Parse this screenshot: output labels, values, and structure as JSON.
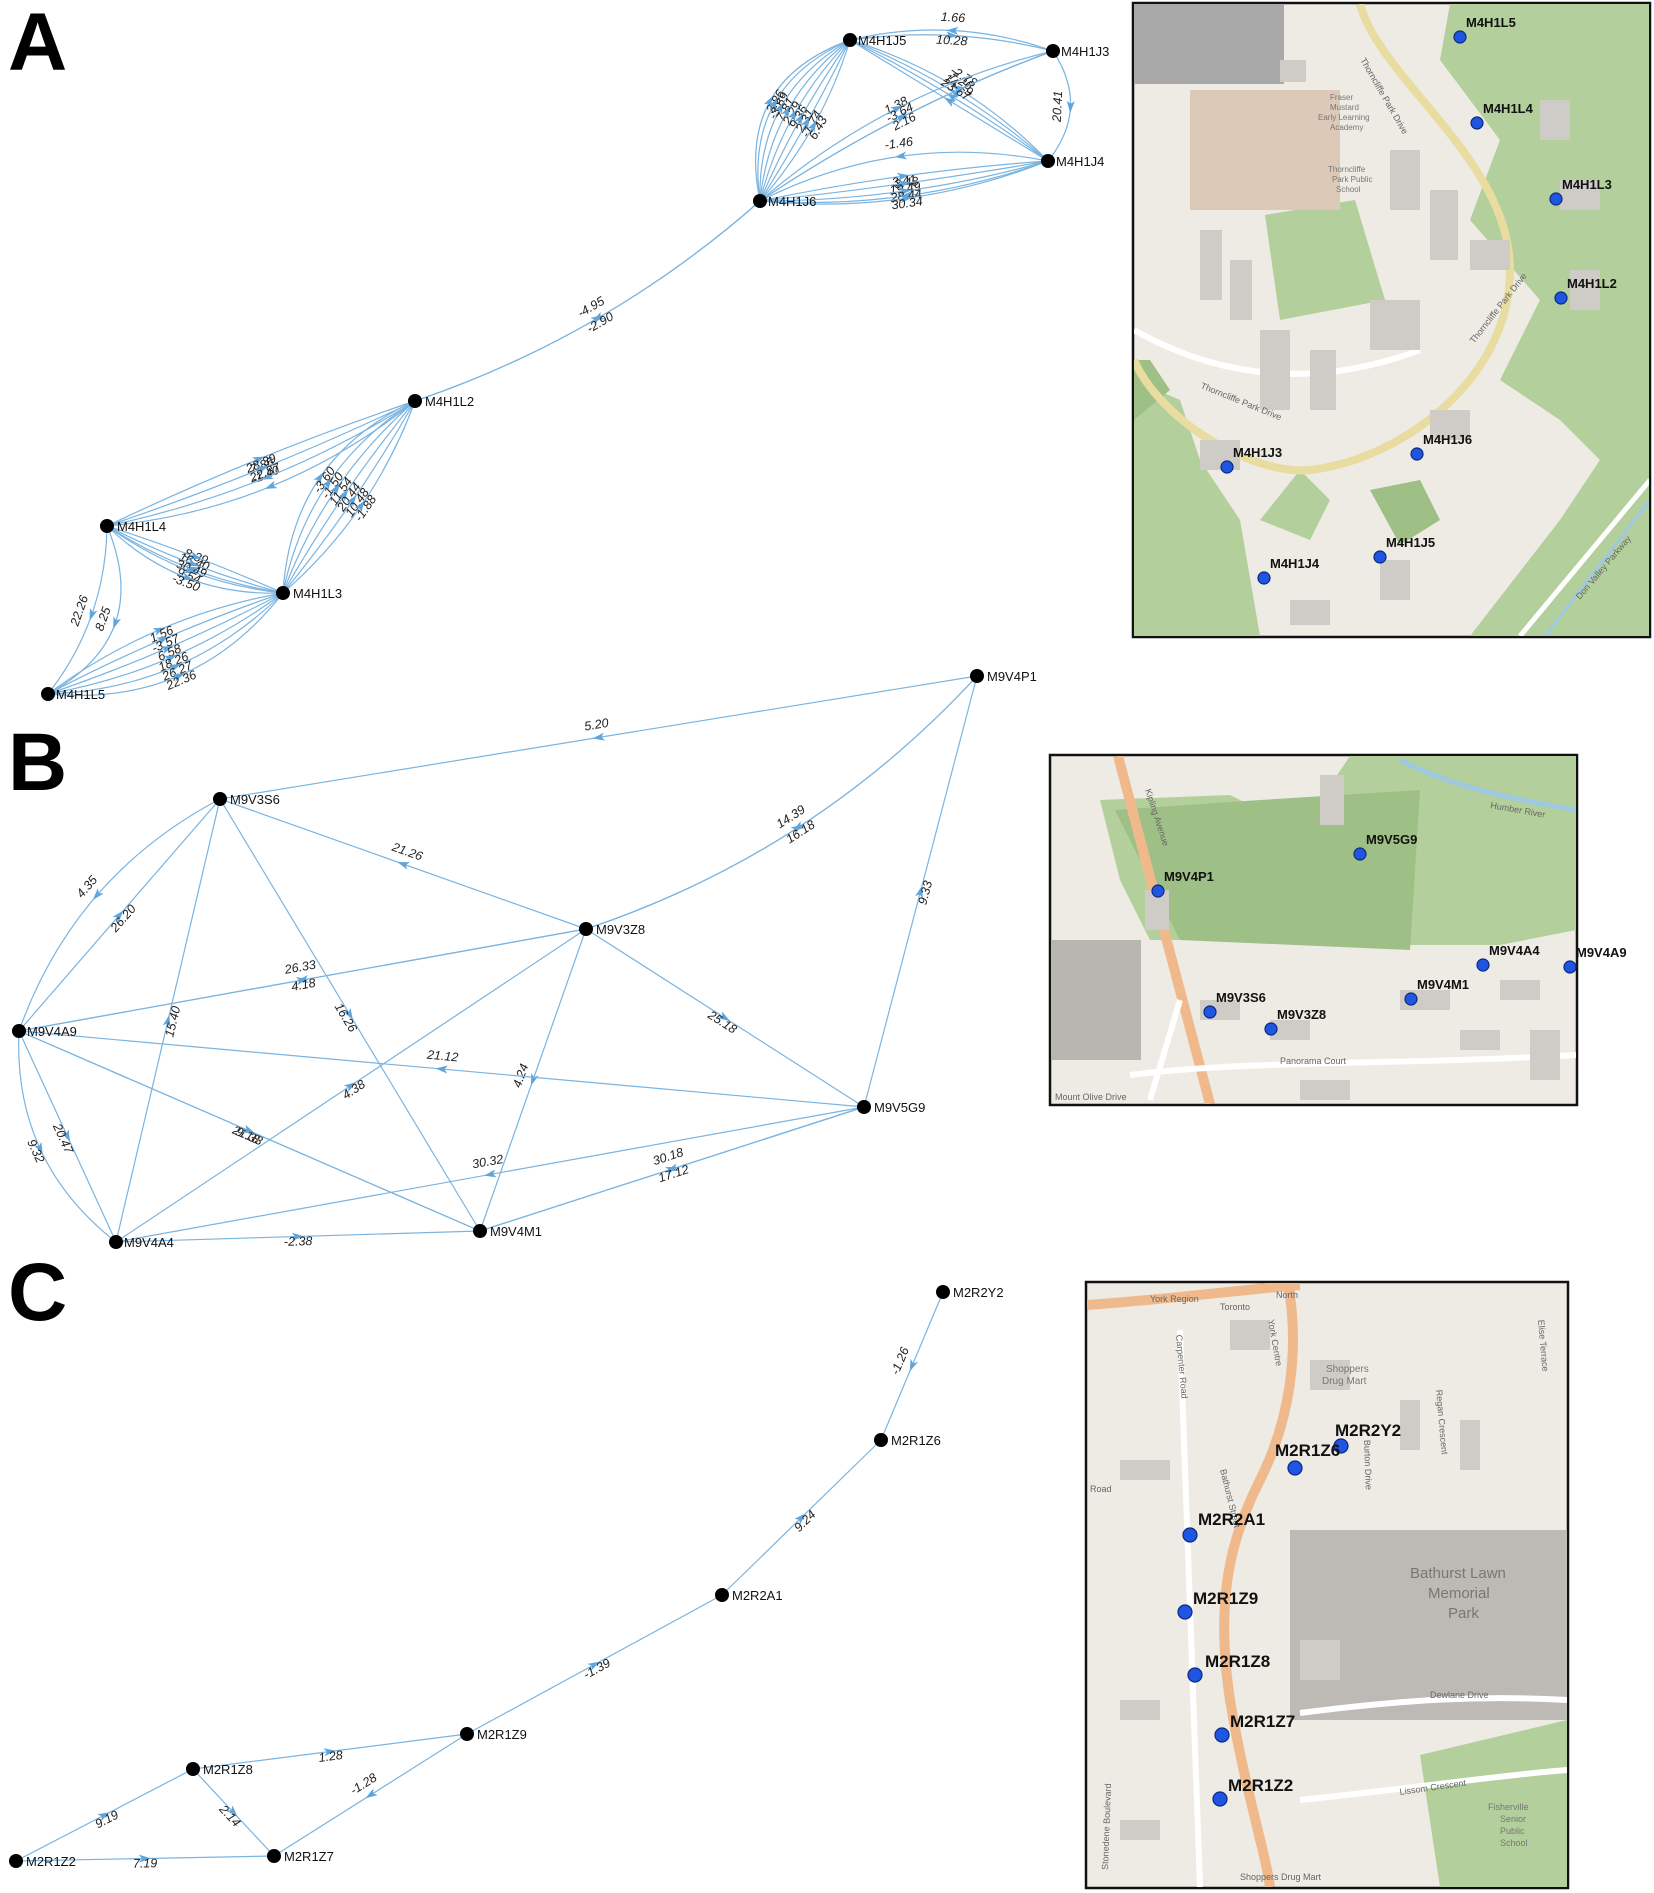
{
  "panels": [
    {
      "letter": "A",
      "nodes": [
        {
          "id": "M4H1J5"
        },
        {
          "id": "M4H1J3"
        },
        {
          "id": "M4H1J4"
        },
        {
          "id": "M4H1J6"
        },
        {
          "id": "M4H1L2"
        },
        {
          "id": "M4H1L4"
        },
        {
          "id": "M4H1L3"
        },
        {
          "id": "M4H1L5"
        }
      ],
      "edges": [
        {
          "from": "M4H1J3",
          "to": "M4H1J5",
          "label": "1.66"
        },
        {
          "from": "M4H1J5",
          "to": "M4H1J3",
          "label": "10.28"
        },
        {
          "from": "M4H1J3",
          "to": "M4H1J4",
          "label": "20.41"
        },
        {
          "from": "M4H1J4",
          "to": "M4H1J5",
          "label": "-2.78"
        },
        {
          "from": "M4H1J4",
          "to": "M4H1J5",
          "label": "7.26"
        },
        {
          "from": "M4H1J4",
          "to": "M4H1J5",
          "label": "14.79"
        },
        {
          "from": "M4H1J4",
          "to": "M4H1J5",
          "label": "23.67"
        },
        {
          "from": "M4H1J3",
          "to": "M4H1J6",
          "label": "1.38"
        },
        {
          "from": "M4H1J6",
          "to": "M4H1J5",
          "label": "-3.86"
        },
        {
          "from": "M4H1J6",
          "to": "M4H1J5",
          "label": "-3.69"
        },
        {
          "from": "M4H1J6",
          "to": "M4H1J5",
          "label": "7.81"
        },
        {
          "from": "M4H1J6",
          "to": "M4H1J5",
          "label": "2.29"
        },
        {
          "from": "M4H1J6",
          "to": "M4H1J5",
          "label": "9.36"
        },
        {
          "from": "M4H1J6",
          "to": "M4H1J5",
          "label": "2.31"
        },
        {
          "from": "M4H1J6",
          "to": "M4H1J5",
          "label": "-1.74"
        },
        {
          "from": "M4H1J6",
          "to": "M4H1J5",
          "label": "6.43"
        },
        {
          "from": "M4H1J4",
          "to": "M4H1J6",
          "label": "-3.48"
        },
        {
          "from": "M4H1J6",
          "to": "M4H1J4",
          "label": "3.41"
        },
        {
          "from": "M4H1J6",
          "to": "M4H1J4",
          "label": "19.49"
        },
        {
          "from": "M4H1J6",
          "to": "M4H1J4",
          "label": "28.44"
        },
        {
          "from": "M4H1J6",
          "to": "M4H1J4",
          "label": "30.34"
        },
        {
          "from": "M4H1J4",
          "to": "M4H1J6",
          "label": "-1.46"
        },
        {
          "from": "M4H1J6",
          "to": "M4H1J3",
          "label": "-3.64"
        },
        {
          "from": "M4H1J6",
          "to": "M4H1J3",
          "label": "2.16"
        },
        {
          "from": "M4H1J6",
          "to": "M4H1L2",
          "label": "-4.95"
        },
        {
          "from": "M4H1L2",
          "to": "M4H1J6",
          "label": "-2.90"
        },
        {
          "from": "M4H1L2",
          "to": "M4H1L4",
          "label": "-1.40"
        },
        {
          "from": "M4H1L2",
          "to": "M4H1L4",
          "label": "7.86"
        },
        {
          "from": "M4H1L4",
          "to": "M4H1L2",
          "label": "28.39"
        },
        {
          "from": "M4H1L4",
          "to": "M4H1L2",
          "label": "22.87"
        },
        {
          "from": "M4H1L3",
          "to": "M4H1L2",
          "label": "-3.60"
        },
        {
          "from": "M4H1L3",
          "to": "M4H1L2",
          "label": "-1.50"
        },
        {
          "from": "M4H1L3",
          "to": "M4H1L2",
          "label": "11.54"
        },
        {
          "from": "M4H1L3",
          "to": "M4H1L2",
          "label": "20.44"
        },
        {
          "from": "M4H1L3",
          "to": "M4H1L2",
          "label": "10.48"
        },
        {
          "from": "M4H1L3",
          "to": "M4H1L2",
          "label": "-1.88"
        },
        {
          "from": "M4H1L3",
          "to": "M4H1L4",
          "label": "8.39"
        },
        {
          "from": "M4H1L4",
          "to": "M4H1L3",
          "label": "16.40"
        },
        {
          "from": "M4H1L4",
          "to": "M4H1L3",
          "label": "30.49"
        },
        {
          "from": "M4H1L4",
          "to": "M4H1L3",
          "label": "9.54"
        },
        {
          "from": "M4H1L4",
          "to": "M4H1L3",
          "label": "-3.50"
        },
        {
          "from": "M4H1L4",
          "to": "M4H1L5",
          "label": "8.25"
        },
        {
          "from": "M4H1L4",
          "to": "M4H1L5",
          "label": "22.26"
        },
        {
          "from": "M4H1L5",
          "to": "M4H1L3",
          "label": "1.56"
        },
        {
          "from": "M4H1L5",
          "to": "M4H1L3",
          "label": "-3.57"
        },
        {
          "from": "M4H1L5",
          "to": "M4H1L3",
          "label": "6.58"
        },
        {
          "from": "M4H1L5",
          "to": "M4H1L3",
          "label": "18.26"
        },
        {
          "from": "M4H1L5",
          "to": "M4H1L3",
          "label": "26.27"
        },
        {
          "from": "M4H1L5",
          "to": "M4H1L3",
          "label": "22.36"
        }
      ],
      "map": {
        "markers": [
          "M4H1L5",
          "M4H1L4",
          "M4H1L3",
          "M4H1L2",
          "M4H1J6",
          "M4H1J3",
          "M4H1J5",
          "M4H1J4"
        ],
        "landmarks": [
          "Fraser",
          "Mustard",
          "Early Learning",
          "Academy",
          "Thorncliffe",
          "Park Public",
          "School"
        ],
        "streets": [
          "Thorncliffe Park Drive",
          "Thorncliffe Park Drive",
          "Thorncliffe Park Drive",
          "Don Valley Parkway"
        ]
      }
    },
    {
      "letter": "B",
      "nodes": [
        {
          "id": "M9V4P1"
        },
        {
          "id": "M9V3S6"
        },
        {
          "id": "M9V3Z8"
        },
        {
          "id": "M9V4A9"
        },
        {
          "id": "M9V5G9"
        },
        {
          "id": "M9V4A4"
        },
        {
          "id": "M9V4M1"
        }
      ],
      "edges": [
        {
          "from": "M9V4P1",
          "to": "M9V3S6",
          "label": "5.20"
        },
        {
          "from": "M9V4P1",
          "to": "M9V3Z8",
          "label": "14.39"
        },
        {
          "from": "M9V3Z8",
          "to": "M9V4P1",
          "label": "16.18"
        },
        {
          "from": "M9V5G9",
          "to": "M9V4P1",
          "label": "9.33"
        },
        {
          "from": "M9V3Z8",
          "to": "M9V3S6",
          "label": "21.26"
        },
        {
          "from": "M9V3S6",
          "to": "M9V4A9",
          "label": "4.35"
        },
        {
          "from": "M9V4A9",
          "to": "M9V3S6",
          "label": "26.20"
        },
        {
          "from": "M9V3Z8",
          "to": "M9V4A9",
          "label": "26.33"
        },
        {
          "from": "M9V4A9",
          "to": "M9V3Z8",
          "label": "4.18"
        },
        {
          "from": "M9V3S6",
          "to": "M9V4M1",
          "label": "16.26"
        },
        {
          "from": "M9V4A4",
          "to": "M9V3S6",
          "label": "15.40"
        },
        {
          "from": "M9V3Z8",
          "to": "M9V5G9",
          "label": "25.18"
        },
        {
          "from": "M9V3Z8",
          "to": "M9V4M1",
          "label": "4.24"
        },
        {
          "from": "M9V4A4",
          "to": "M9V3Z8",
          "label": "4.38"
        },
        {
          "from": "M9V5G9",
          "to": "M9V4A9",
          "label": "21.12"
        },
        {
          "from": "M9V4A9",
          "to": "M9V4M1",
          "label": "21.33"
        },
        {
          "from": "M9V4A9",
          "to": "M9V4A4",
          "label": "20.47"
        },
        {
          "from": "M9V4A9",
          "to": "M9V4M1",
          "label": "9.18"
        },
        {
          "from": "M9V4A9",
          "to": "M9V4A4",
          "label": "9.32"
        },
        {
          "from": "M9V5G9",
          "to": "M9V4A4",
          "label": "30.32"
        },
        {
          "from": "M9V5G9",
          "to": "M9V4M1",
          "label": "30.18"
        },
        {
          "from": "M9V4M1",
          "to": "M9V5G9",
          "label": "17.12"
        },
        {
          "from": "M9V4A4",
          "to": "M9V4M1",
          "label": "-2.38"
        }
      ],
      "map": {
        "markers": [
          "M9V5G9",
          "M9V4P1",
          "M9V4A4",
          "M9V4A9",
          "M9V4M1",
          "M9V3S6",
          "M9V3Z8"
        ],
        "streets": [
          "Panorama Court",
          "Kipling Avenue",
          "Mount Olive Drive",
          "Humber River"
        ]
      }
    },
    {
      "letter": "C",
      "nodes": [
        {
          "id": "M2R2Y2"
        },
        {
          "id": "M2R1Z6"
        },
        {
          "id": "M2R2A1"
        },
        {
          "id": "M2R1Z9"
        },
        {
          "id": "M2R1Z8"
        },
        {
          "id": "M2R1Z7"
        },
        {
          "id": "M2R1Z2"
        }
      ],
      "edges": [
        {
          "from": "M2R2Y2",
          "to": "M2R1Z6",
          "label": "-1.26"
        },
        {
          "from": "M2R2A1",
          "to": "M2R1Z6",
          "label": "9.24"
        },
        {
          "from": "M2R1Z9",
          "to": "M2R2A1",
          "label": "-1.39"
        },
        {
          "from": "M2R1Z8",
          "to": "M2R1Z9",
          "label": "1.28"
        },
        {
          "from": "M2R1Z9",
          "to": "M2R1Z7",
          "label": "-1.28"
        },
        {
          "from": "M2R1Z2",
          "to": "M2R1Z8",
          "label": "9.19"
        },
        {
          "from": "M2R1Z8",
          "to": "M2R1Z7",
          "label": "2.14"
        },
        {
          "from": "M2R1Z2",
          "to": "M2R1Z7",
          "label": "7.19"
        }
      ],
      "map": {
        "markers": [
          "M2R2Y2",
          "M2R1Z6",
          "M2R2A1",
          "M2R1Z9",
          "M2R1Z8",
          "M2R1Z7",
          "M2R1Z2"
        ],
        "landmarks": [
          "Bathurst Lawn",
          "Memorial",
          "Park",
          "Shoppers",
          "Drug Mart",
          "Fisherville",
          "Senior",
          "Public",
          "School"
        ],
        "streets": [
          "York Region",
          "Toronto",
          "North",
          "York Centre",
          "Carpenter Road",
          "Regan Crescent",
          "Elise Terrace",
          "Bathurst Street",
          "Dewlane Drive",
          "Lissom Crescent",
          "Stonedene Boulevard",
          "Road",
          "Burton Drive",
          "Shoppers Drug Mart"
        ]
      }
    }
  ]
}
